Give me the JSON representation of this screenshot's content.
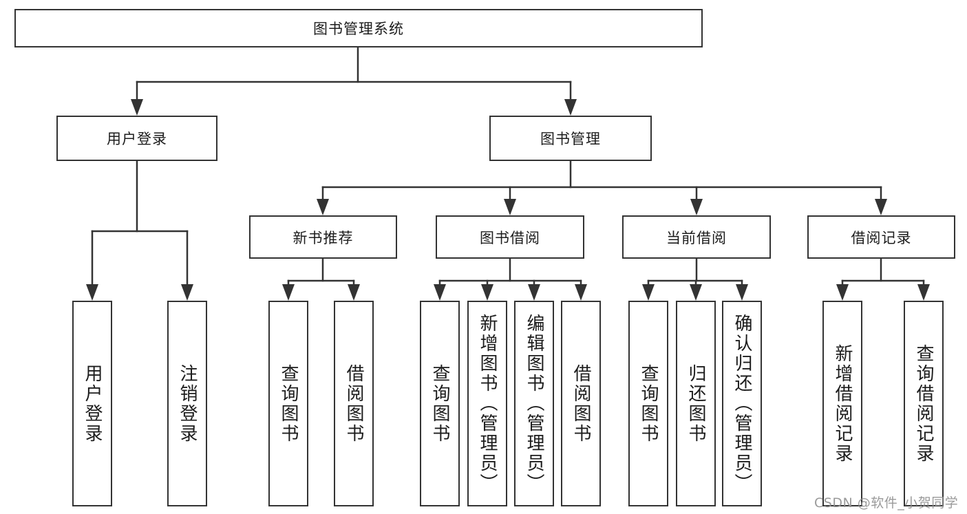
{
  "tree": {
    "root": {
      "label": "图书管理系统"
    },
    "children": [
      {
        "label": "用户登录",
        "children": [
          {
            "label": "用户登录"
          },
          {
            "label": "注销登录"
          }
        ]
      },
      {
        "label": "图书管理",
        "children": [
          {
            "label": "新书推荐",
            "children": [
              {
                "label": "查询图书"
              },
              {
                "label": "借阅图书"
              }
            ]
          },
          {
            "label": "图书借阅",
            "children": [
              {
                "label": "查询图书"
              },
              {
                "label": "新增图书（管理员）"
              },
              {
                "label": "编辑图书（管理员）"
              },
              {
                "label": "借阅图书"
              }
            ]
          },
          {
            "label": "当前借阅",
            "children": [
              {
                "label": "查询图书"
              },
              {
                "label": "归还图书"
              },
              {
                "label": "确认归还（管理员）"
              }
            ]
          },
          {
            "label": "借阅记录",
            "children": [
              {
                "label": "新增借阅记录"
              },
              {
                "label": "查询借阅记录"
              }
            ]
          }
        ]
      }
    ]
  },
  "watermark": {
    "text": "CSDN @软件_小贺同学"
  },
  "colors": {
    "line": "#333333",
    "text": "#1c1c1c",
    "background": "#ffffff",
    "watermark": "#919191"
  }
}
